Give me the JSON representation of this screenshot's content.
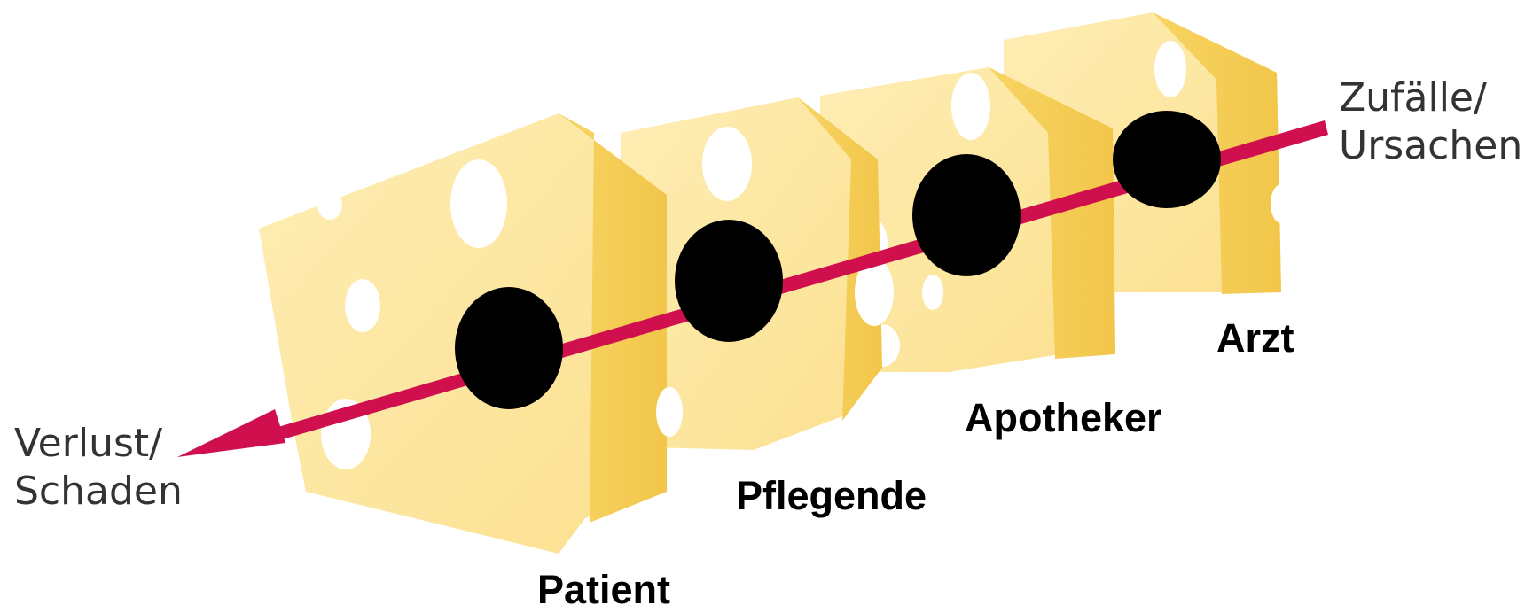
{
  "colors": {
    "cheese_front": "#FDE7A1",
    "cheese_top": "#FBE08A",
    "cheese_side": "#F6CF56",
    "cheese_edge": "#EFC24A",
    "hole": "#FFFFFF",
    "hole_shadow": "#E9B73F",
    "arrow": "#D0104E",
    "dot": "#000000"
  },
  "labels": {
    "cause_line1": "Zufälle/",
    "cause_line2": "Ursachen",
    "loss_line1": "Verlust/",
    "loss_line2": "Schaden",
    "slice_patient": "Patient",
    "slice_caregiver": "Pflegende",
    "slice_pharmacist": "Apotheker",
    "slice_doctor": "Arzt"
  }
}
